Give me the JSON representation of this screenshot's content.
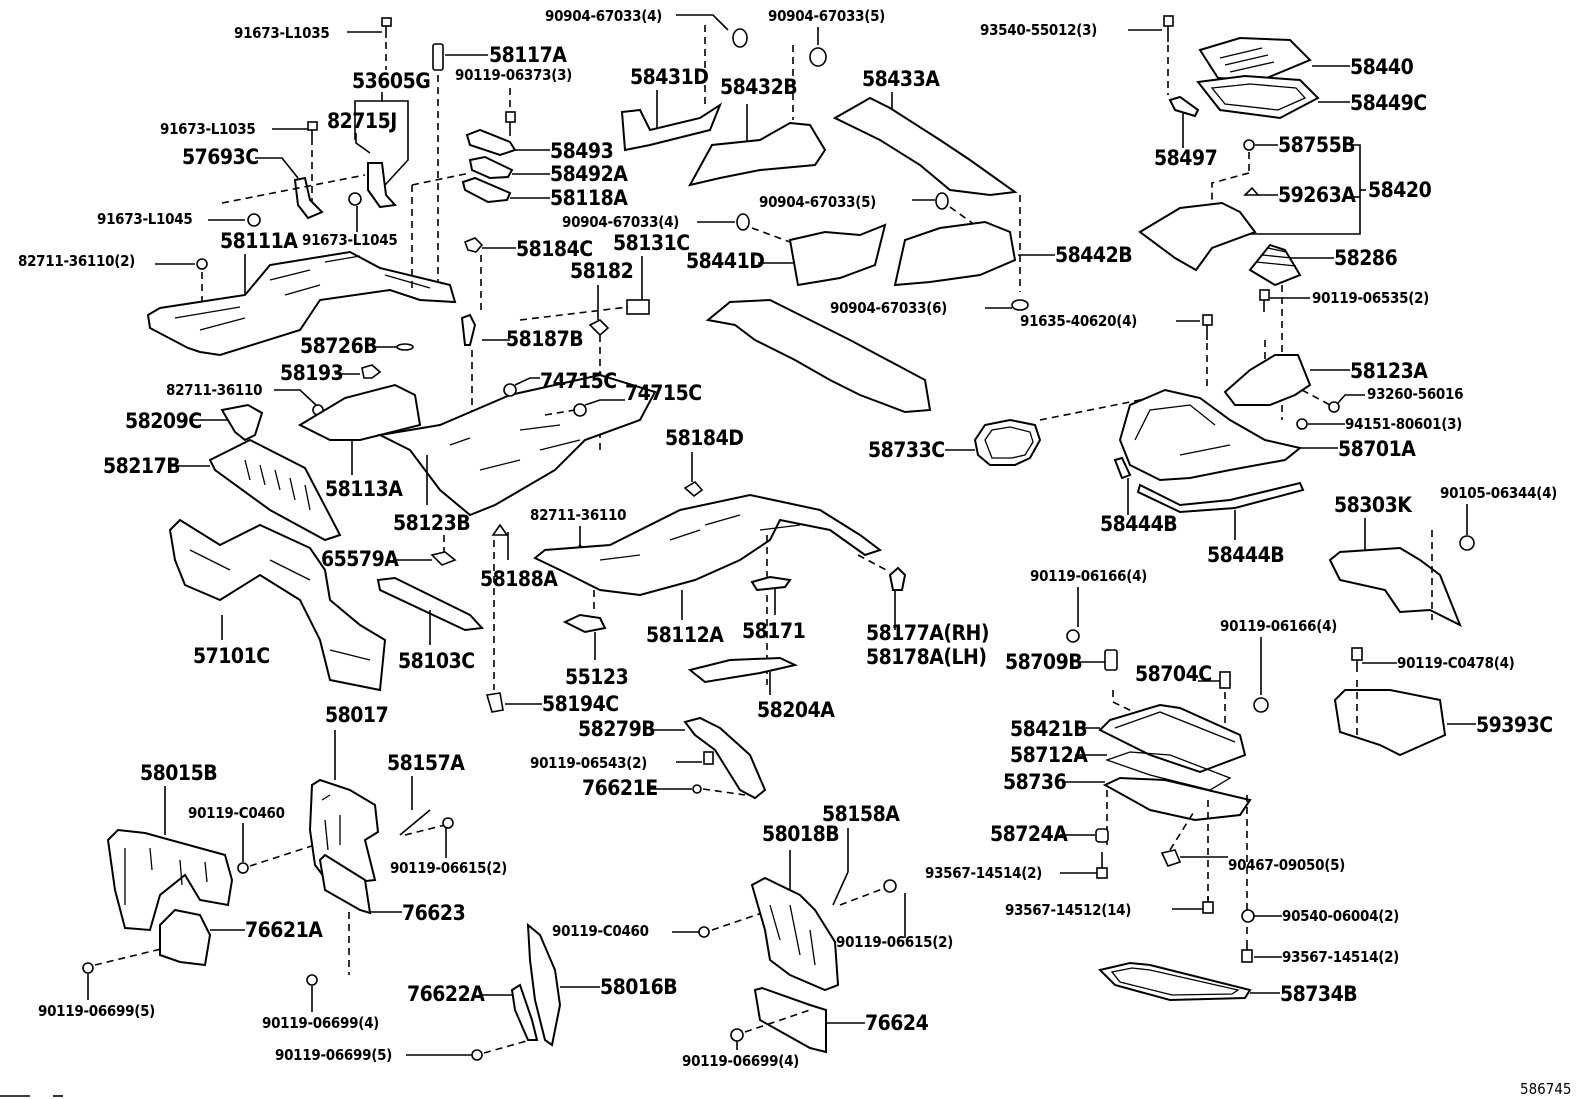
{
  "title": "Floor pan & console parts exploded diagram",
  "diagram_ref": "586745",
  "labels": {
    "l_91673_L1035_a": "91673-L1035",
    "l_58117A": "58117A",
    "l_53605G": "53605G",
    "l_90119_06373": "90119-06373(3)",
    "l_91673_L1035_b": "91673-L1035",
    "l_82715J": "82715J",
    "l_57693C": "57693C",
    "l_91673_L1045_a": "91673-L1045",
    "l_91673_L1045_b": "91673-L1045",
    "l_82711_36110_2": "82711-36110(2)",
    "l_58111A": "58111A",
    "l_58493": "58493",
    "l_58492A": "58492A",
    "l_58118A": "58118A",
    "l_90904_67033_4a": "90904-67033(4)",
    "l_90904_67033_5a": "90904-67033(5)",
    "l_58431D": "58431D",
    "l_58432B": "58432B",
    "l_58433A": "58433A",
    "l_93540_55012": "93540-55012(3)",
    "l_58440": "58440",
    "l_58449C": "58449C",
    "l_58497": "58497",
    "l_58755B": "58755B",
    "l_58420": "58420",
    "l_59263A": "59263A",
    "l_58286": "58286",
    "l_90119_06535": "90119-06535(2)",
    "l_90904_67033_5b": "90904-67033(5)",
    "l_90904_67033_4b": "90904-67033(4)",
    "l_58184C": "58184C",
    "l_58131C": "58131C",
    "l_58182": "58182",
    "l_58441D": "58441D",
    "l_58442B": "58442B",
    "l_90904_67033_6": "90904-67033(6)",
    "l_91635_40620": "91635-40620(4)",
    "l_58187B": "58187B",
    "l_58726B": "58726B",
    "l_58193": "58193",
    "l_82711_36110_a": "82711-36110",
    "l_74715C_a": "74715C",
    "l_74715C_b": "74715C",
    "l_58209C": "58209C",
    "l_58123A": "58123A",
    "l_93260_56016": "93260-56016",
    "l_94151_80601": "94151-80601(3)",
    "l_58733C": "58733C",
    "l_58701A": "58701A",
    "l_58217B": "58217B",
    "l_58113A": "58113A",
    "l_58123B": "58123B",
    "l_58184D": "58184D",
    "l_82711_36110_b": "82711-36110",
    "l_58444B_a": "58444B",
    "l_58444B_b": "58444B",
    "l_58303K": "58303K",
    "l_90105_06344": "90105-06344(4)",
    "l_65579A": "65579A",
    "l_58188A": "58188A",
    "l_57101C": "57101C",
    "l_58103C": "58103C",
    "l_58112A": "58112A",
    "l_58171": "58171",
    "l_58177A": "58177A(RH)",
    "l_58178A": "58178A(LH)",
    "l_55123": "55123",
    "l_90119_06166_a": "90119-06166(4)",
    "l_90119_06166_b": "90119-06166(4)",
    "l_58709B": "58709B",
    "l_58704C": "58704C",
    "l_90119_C0478": "90119-C0478(4)",
    "l_58194C": "58194C",
    "l_58204A": "58204A",
    "l_58017": "58017",
    "l_58279B": "58279B",
    "l_58421B": "58421B",
    "l_59393C": "59393C",
    "l_58015B": "58015B",
    "l_58157A": "58157A",
    "l_90119_06543": "90119-06543(2)",
    "l_58712A": "58712A",
    "l_76621E": "76621E",
    "l_58736": "58736",
    "l_90119_C0460_a": "90119-C0460",
    "l_58158A": "58158A",
    "l_58018B": "58018B",
    "l_58724A": "58724A",
    "l_90119_06615_a": "90119-06615(2)",
    "l_93567_14514_a": "93567-14514(2)",
    "l_90467_09050": "90467-09050(5)",
    "l_76623": "76623",
    "l_76621A": "76621A",
    "l_90119_C0460_b": "90119-C0460",
    "l_90119_06615_b": "90119-06615(2)",
    "l_93567_14512": "93567-14512(14)",
    "l_90540_06004": "90540-06004(2)",
    "l_93567_14514_b": "93567-14514(2)",
    "l_90119_06699_5a": "90119-06699(5)",
    "l_90119_06699_4a": "90119-06699(4)",
    "l_76622A": "76622A",
    "l_58016B": "58016B",
    "l_58734B": "58734B",
    "l_76624": "76624",
    "l_90119_06699_5b": "90119-06699(5)",
    "l_90119_06699_4b": "90119-06699(4)"
  }
}
